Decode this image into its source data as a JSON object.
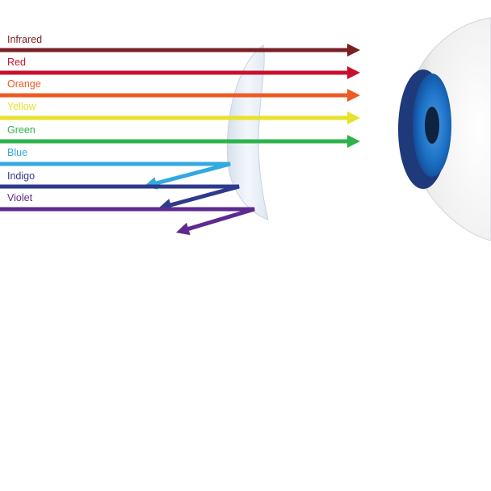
{
  "rays": [
    {
      "id": "infrared",
      "label": "Infrared",
      "color": "#7a1f24",
      "behavior": "passes-through"
    },
    {
      "id": "red",
      "label": "Red",
      "color": "#c8102e",
      "behavior": "passes-through"
    },
    {
      "id": "orange",
      "label": "Orange",
      "color": "#ef5a24",
      "behavior": "passes-through"
    },
    {
      "id": "yellow",
      "label": "Yellow",
      "color": "#e8e22a",
      "behavior": "passes-through"
    },
    {
      "id": "green",
      "label": "Green",
      "color": "#2db34a",
      "behavior": "passes-through"
    },
    {
      "id": "blue",
      "label": "Blue",
      "color": "#33a9e0",
      "behavior": "reflected"
    },
    {
      "id": "indigo",
      "label": "Indigo",
      "color": "#2e3a8c",
      "behavior": "reflected"
    },
    {
      "id": "violet",
      "label": "Violet",
      "color": "#5e2a8f",
      "behavior": "reflected"
    }
  ],
  "colors": {
    "lens": "#dfe9f3",
    "eye_sclera": "#f2f2f2",
    "iris_outer": "#1f3a7a",
    "iris": "#1b6fc4",
    "pupil": "#0d2340"
  }
}
